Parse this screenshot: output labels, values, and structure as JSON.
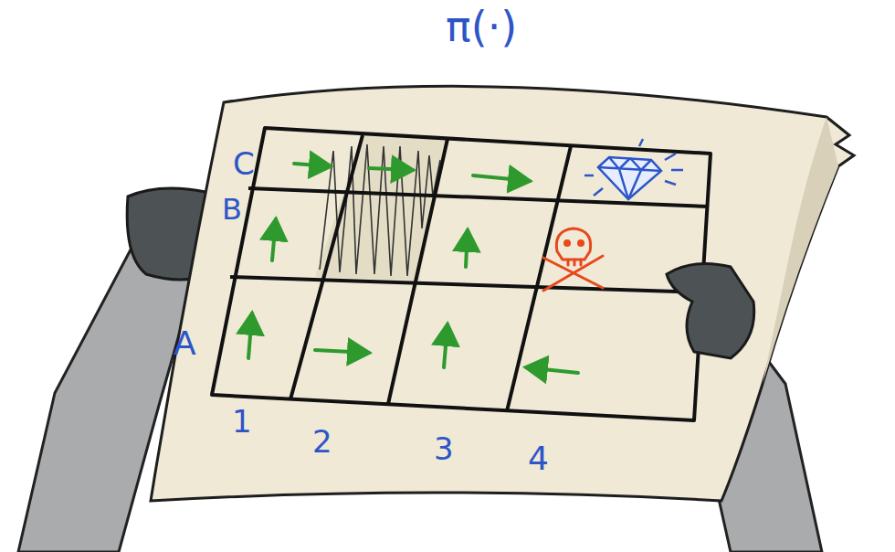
{
  "diagram": {
    "title": "π(·)",
    "labels": [
      "C",
      "B",
      "A",
      "1",
      "2",
      "3",
      "4"
    ]
  }
}
